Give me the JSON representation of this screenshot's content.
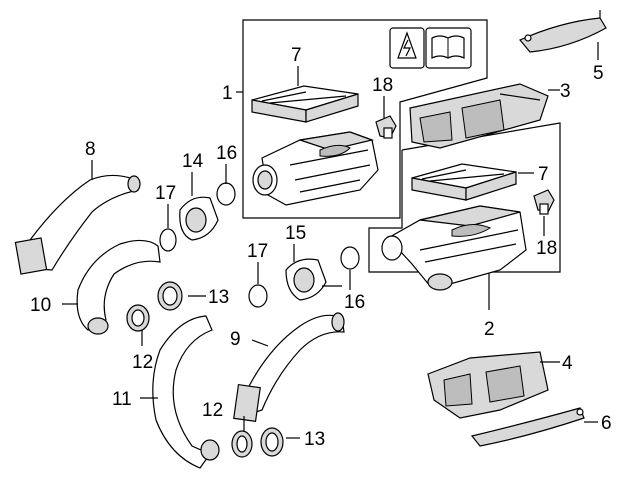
{
  "diagram": {
    "callouts": {
      "c1": "1",
      "c2": "2",
      "c3": "3",
      "c4": "4",
      "c5": "5",
      "c6": "6",
      "c7a": "7",
      "c7b": "7",
      "c8": "8",
      "c9": "9",
      "c10": "10",
      "c11": "11",
      "c12a": "12",
      "c12b": "12",
      "c13a": "13",
      "c13b": "13",
      "c14": "14",
      "c15": "15",
      "c16a": "16",
      "c16b": "16",
      "c17a": "17",
      "c17b": "17",
      "c18a": "18",
      "c18b": "18"
    },
    "icons": [
      "warning-icon",
      "manual-icon"
    ]
  }
}
